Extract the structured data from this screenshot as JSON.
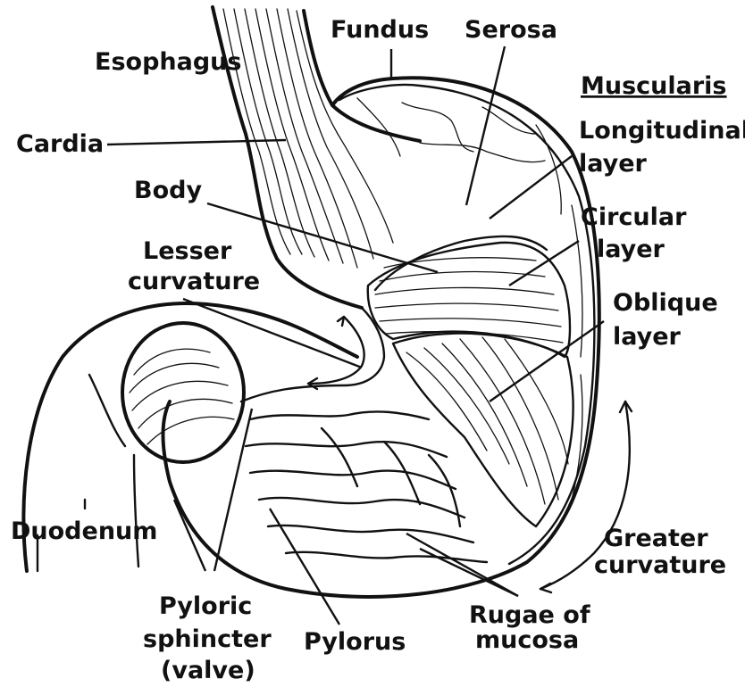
{
  "diagram": {
    "labels": {
      "esophagus": "Esophagus",
      "fundus": "Fundus",
      "serosa": "Serosa",
      "muscularis": "Muscularis",
      "longitudinal_1": "Longitudinal",
      "longitudinal_2": "layer",
      "cardia": "Cardia",
      "body": "Body",
      "circular_1": "Circular",
      "circular_2": "layer",
      "lesser_1": "Lesser",
      "lesser_2": "curvature",
      "oblique_1": "Oblique",
      "oblique_2": "layer",
      "duodenum": "Duodenum",
      "greater_1": "Greater",
      "greater_2": "curvature",
      "pyloric_1": "Pyloric",
      "pyloric_2": "sphincter",
      "pyloric_3": "(valve)",
      "pylorus": "Pylorus",
      "rugae_1": "Rugae of",
      "rugae_2": "mucosa"
    }
  }
}
